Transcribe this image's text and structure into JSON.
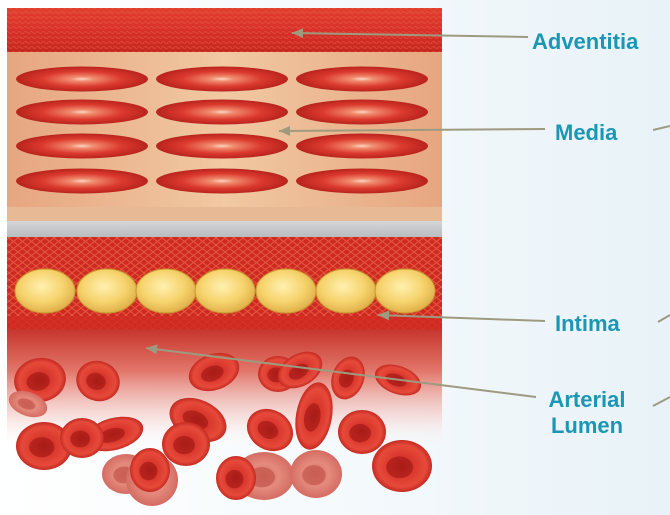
{
  "diagram": {
    "label_color": "#1b97b4",
    "leader_color": "#9e9a80",
    "labels": {
      "adventitia": "Adventitia",
      "media": "Media",
      "intima": "Intima",
      "lumen_line1": "Arterial",
      "lumen_line2": "Lumen"
    },
    "colors": {
      "adventitia": "#d8332a",
      "media_bg": "#e9b48c",
      "smooth_muscle": "#d42a24",
      "elastic_lamina": "#c8ccd0",
      "endothelial_cell": "#f5d26a",
      "red_blood_cell": "#d8322c"
    }
  }
}
